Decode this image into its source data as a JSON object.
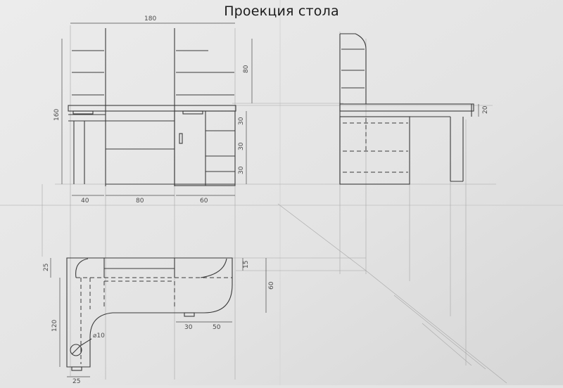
{
  "title": "Проекция стола",
  "dimensions": {
    "total_width": "180",
    "total_height": "160",
    "shelf_height": "80",
    "drawer_1": "30",
    "drawer_2": "30",
    "drawer_3": "30",
    "leg_width": "40",
    "knee_space": "80",
    "cabinet_width": "60",
    "top_thickness": "20",
    "top_depth_left": "25",
    "top_depth_right": "15",
    "depth_right": "60",
    "leg_length": "120",
    "leg_bottom_width": "25",
    "drawer_width": "30",
    "right_offset": "50",
    "hole_diameter": "⌀10"
  },
  "colors": {
    "paper": "#e6e6e6",
    "pencil": "#3c3c3c",
    "construction": "#9a9a9a"
  }
}
